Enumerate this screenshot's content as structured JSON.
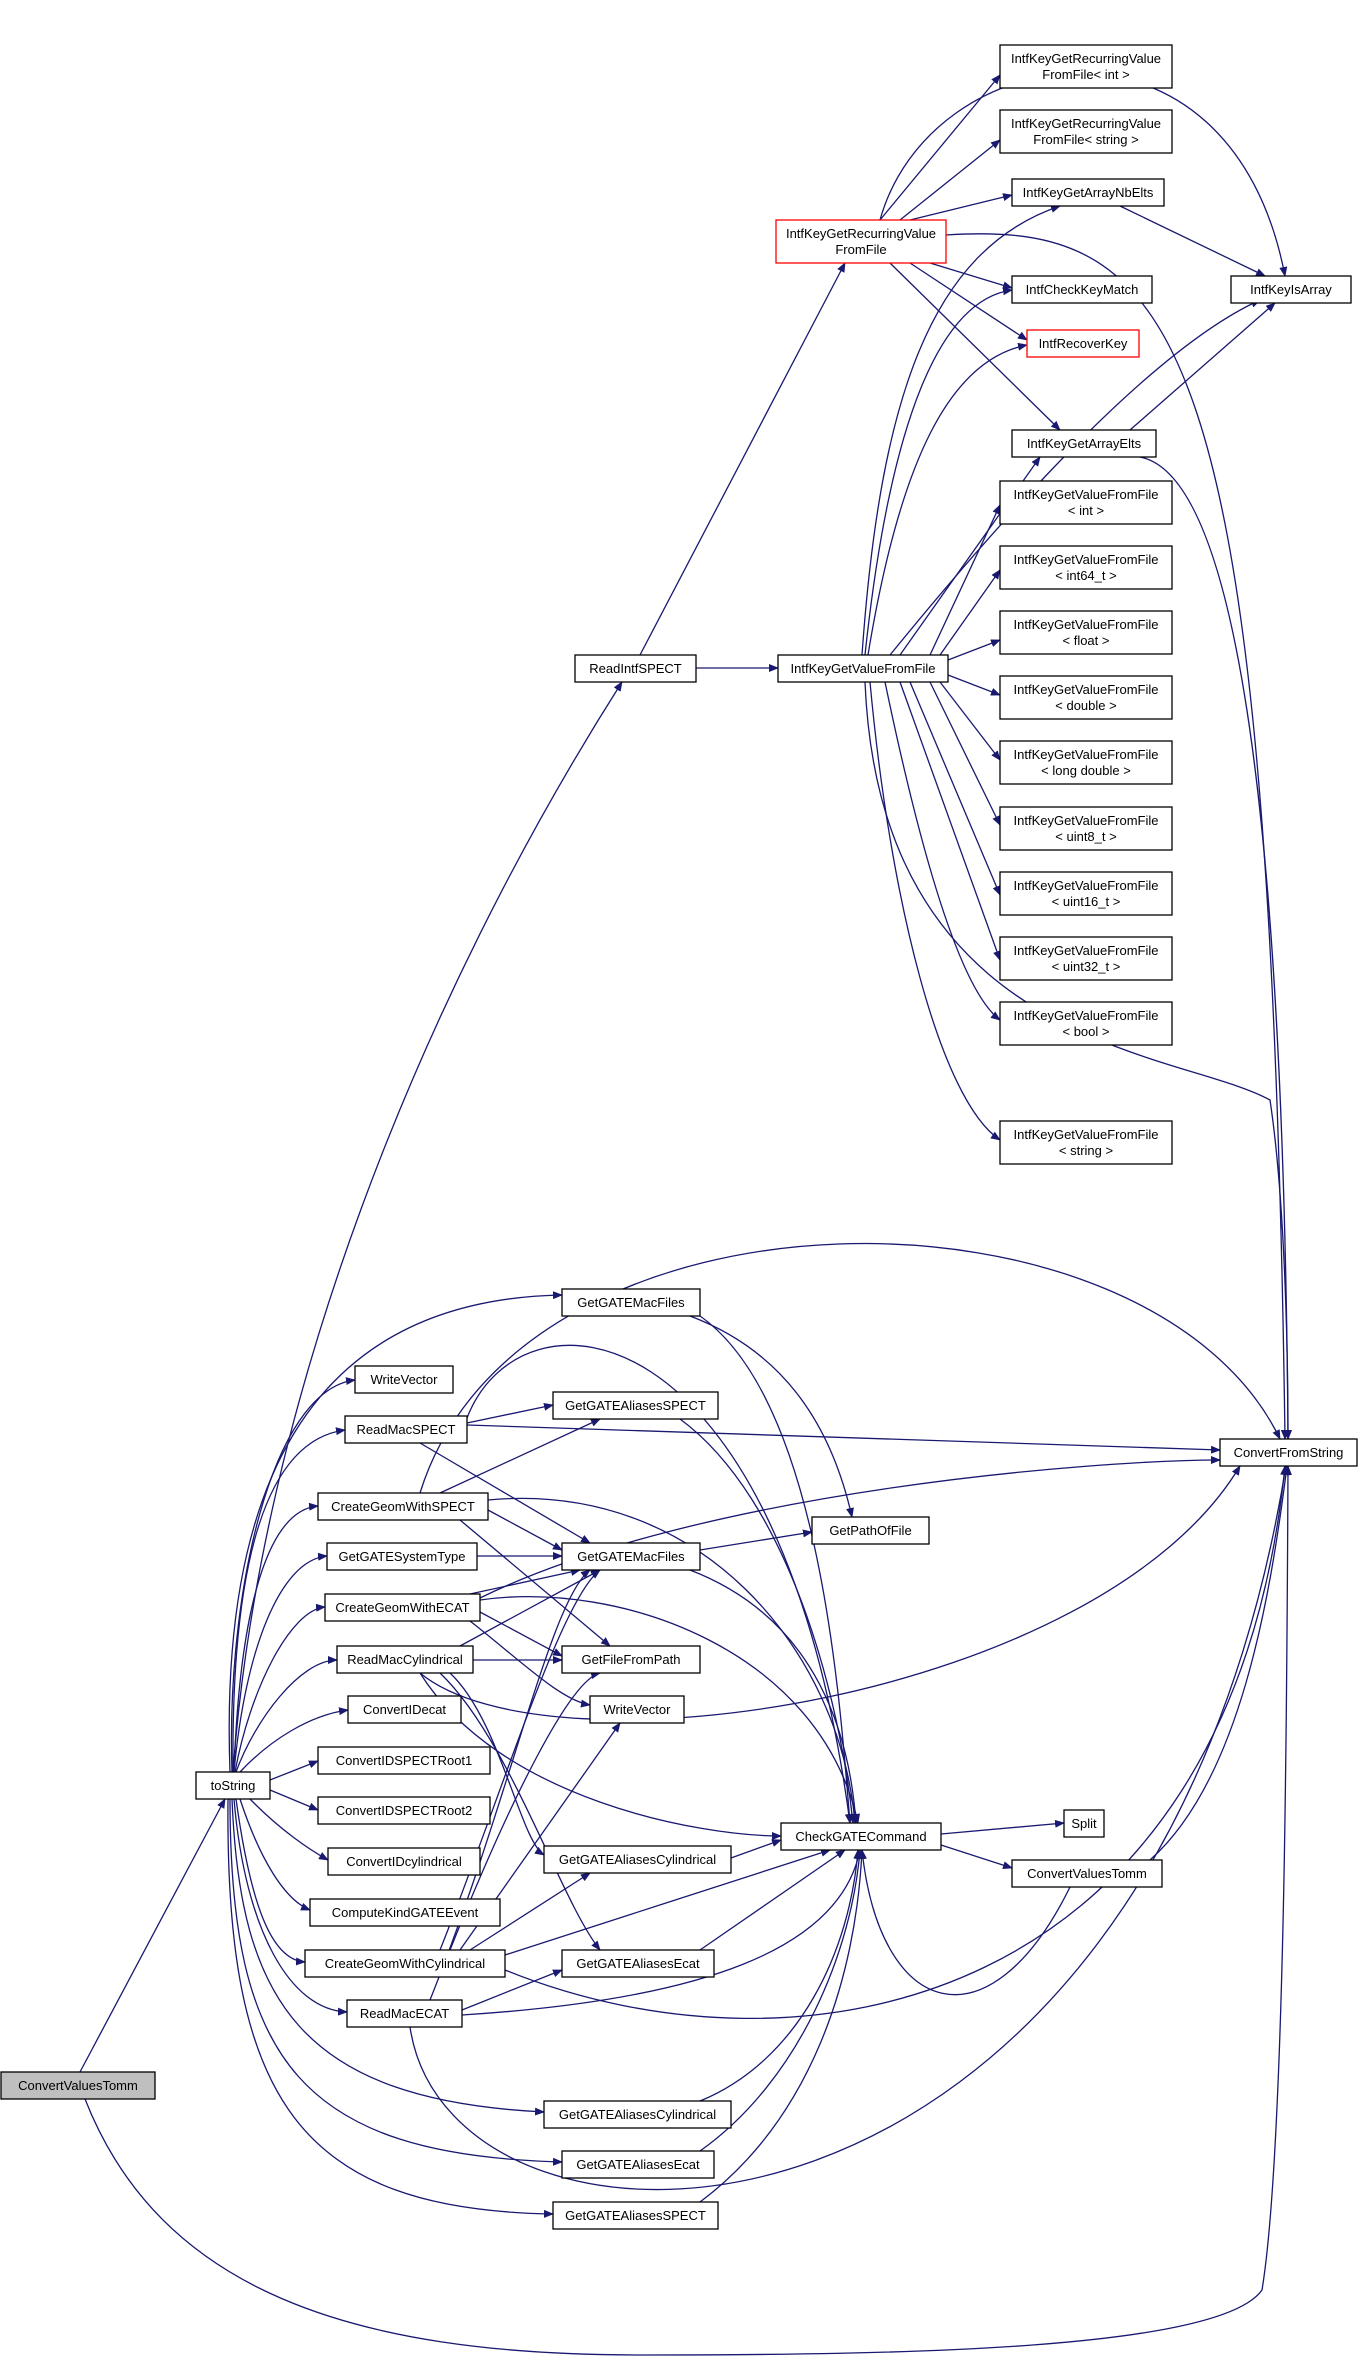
{
  "diagram": {
    "edge_color": "#191970",
    "highlight_color": "#ff0000",
    "root_fill": "#bfbfbf",
    "nodes": [
      {
        "id": "root",
        "lines": [
          "ConvertValuesTomm"
        ],
        "style": "root"
      },
      {
        "id": "tostring",
        "lines": [
          "toString"
        ]
      },
      {
        "id": "readintf",
        "lines": [
          "ReadIntfSPECT"
        ]
      },
      {
        "id": "recurring",
        "lines": [
          "IntfKeyGetRecurringValue",
          "FromFile"
        ],
        "style": "highlight"
      },
      {
        "id": "valuefromfile",
        "lines": [
          "IntfKeyGetValueFromFile"
        ]
      },
      {
        "id": "rec_int",
        "lines": [
          "IntfKeyGetRecurringValue",
          "FromFile< int >"
        ]
      },
      {
        "id": "rec_string",
        "lines": [
          "IntfKeyGetRecurringValue",
          "FromFile< string >"
        ]
      },
      {
        "id": "arraynbelts",
        "lines": [
          "IntfKeyGetArrayNbElts"
        ]
      },
      {
        "id": "checkkey",
        "lines": [
          "IntfCheckKeyMatch"
        ]
      },
      {
        "id": "recoverkey",
        "lines": [
          "IntfRecoverKey"
        ],
        "style": "highlight"
      },
      {
        "id": "arrayelts",
        "lines": [
          "IntfKeyGetArrayElts"
        ]
      },
      {
        "id": "isarray",
        "lines": [
          "IntfKeyIsArray"
        ]
      },
      {
        "id": "v_int",
        "lines": [
          "IntfKeyGetValueFromFile",
          "< int >"
        ]
      },
      {
        "id": "v_int64",
        "lines": [
          "IntfKeyGetValueFromFile",
          "< int64_t >"
        ]
      },
      {
        "id": "v_float",
        "lines": [
          "IntfKeyGetValueFromFile",
          "< float >"
        ]
      },
      {
        "id": "v_double",
        "lines": [
          "IntfKeyGetValueFromFile",
          "< double >"
        ]
      },
      {
        "id": "v_longdouble",
        "lines": [
          "IntfKeyGetValueFromFile",
          "< long double >"
        ]
      },
      {
        "id": "v_uint8",
        "lines": [
          "IntfKeyGetValueFromFile",
          "< uint8_t >"
        ]
      },
      {
        "id": "v_uint16",
        "lines": [
          "IntfKeyGetValueFromFile",
          "< uint16_t >"
        ]
      },
      {
        "id": "v_uint32",
        "lines": [
          "IntfKeyGetValueFromFile",
          "< uint32_t >"
        ]
      },
      {
        "id": "v_bool",
        "lines": [
          "IntfKeyGetValueFromFile",
          "< bool >"
        ]
      },
      {
        "id": "v_string",
        "lines": [
          "IntfKeyGetValueFromFile",
          "< string >"
        ]
      },
      {
        "id": "convertfromstring",
        "lines": [
          "ConvertFromString"
        ]
      },
      {
        "id": "getgatemac_top",
        "lines": [
          "GetGATEMacFiles"
        ]
      },
      {
        "id": "writevector_top",
        "lines": [
          "WriteVector"
        ]
      },
      {
        "id": "readmacspect",
        "lines": [
          "ReadMacSPECT"
        ]
      },
      {
        "id": "getgatealiasesspect_top",
        "lines": [
          "GetGATEAliasesSPECT"
        ]
      },
      {
        "id": "creategeomspect",
        "lines": [
          "CreateGeomWithSPECT"
        ]
      },
      {
        "id": "getgatesystemtype",
        "lines": [
          "GetGATESystemType"
        ]
      },
      {
        "id": "getgatemac_mid",
        "lines": [
          "GetGATEMacFiles"
        ]
      },
      {
        "id": "getpathoffile",
        "lines": [
          "GetPathOfFile"
        ]
      },
      {
        "id": "creategeomecat",
        "lines": [
          "CreateGeomWithECAT"
        ]
      },
      {
        "id": "readmaccyl",
        "lines": [
          "ReadMacCylindrical"
        ]
      },
      {
        "id": "getfilefrompath",
        "lines": [
          "GetFileFromPath"
        ]
      },
      {
        "id": "convertidecat",
        "lines": [
          "ConvertIDecat"
        ]
      },
      {
        "id": "writevector_mid",
        "lines": [
          "WriteVector"
        ]
      },
      {
        "id": "convertidspectroot1",
        "lines": [
          "ConvertIDSPECTRoot1"
        ]
      },
      {
        "id": "convertidspectroot2",
        "lines": [
          "ConvertIDSPECTRoot2"
        ]
      },
      {
        "id": "split",
        "lines": [
          "Split"
        ]
      },
      {
        "id": "convertidcyl",
        "lines": [
          "ConvertIDcylindrical"
        ]
      },
      {
        "id": "getgatealiasescyl_mid",
        "lines": [
          "GetGATEAliasesCylindrical"
        ]
      },
      {
        "id": "checkgatecommand",
        "lines": [
          "CheckGATECommand"
        ]
      },
      {
        "id": "convertvaluestomm",
        "lines": [
          "ConvertValuesTomm"
        ]
      },
      {
        "id": "computekind",
        "lines": [
          "ComputeKindGATEEvent"
        ]
      },
      {
        "id": "creategeomcyl",
        "lines": [
          "CreateGeomWithCylindrical"
        ]
      },
      {
        "id": "getgatealiasesecat_mid",
        "lines": [
          "GetGATEAliasesEcat"
        ]
      },
      {
        "id": "readmacecat",
        "lines": [
          "ReadMacECAT"
        ]
      },
      {
        "id": "getgatealiasescyl_bot",
        "lines": [
          "GetGATEAliasesCylindrical"
        ]
      },
      {
        "id": "getgatealiasesecat_bot",
        "lines": [
          "GetGATEAliasesEcat"
        ]
      },
      {
        "id": "getgatealiasesspect_bot",
        "lines": [
          "GetGATEAliasesSPECT"
        ]
      }
    ]
  }
}
